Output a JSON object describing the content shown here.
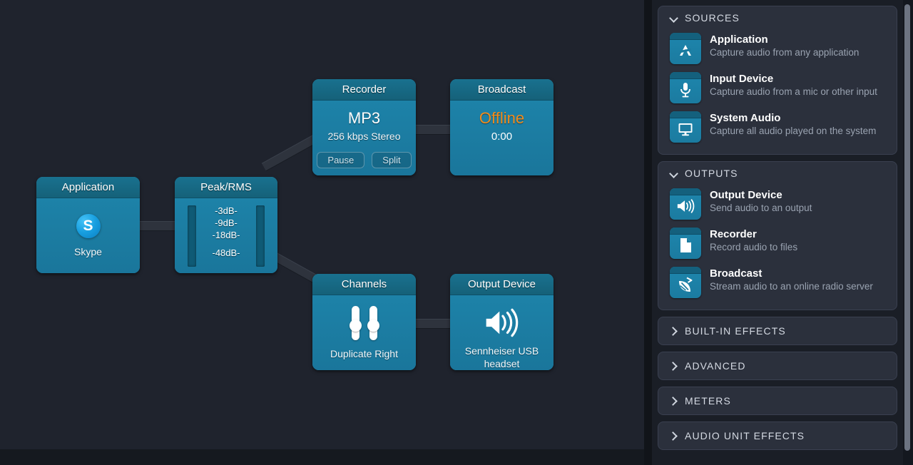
{
  "canvas": {
    "nodes": [
      {
        "id": "application",
        "title": "Application",
        "caption": "Skype",
        "icon": "skype-icon"
      },
      {
        "id": "peak-rms",
        "title": "Peak/RMS",
        "db_labels": [
          "-3dB-",
          "-9dB-",
          "-18dB-",
          "-48dB-"
        ]
      },
      {
        "id": "recorder",
        "title": "Recorder",
        "format": "MP3",
        "details": "256 kbps Stereo",
        "buttons": [
          "Pause",
          "Split"
        ]
      },
      {
        "id": "broadcast",
        "title": "Broadcast",
        "status": "Offline",
        "time": "0:00",
        "status_color": "#f08b1d"
      },
      {
        "id": "channels",
        "title": "Channels",
        "caption": "Duplicate Right",
        "icon": "sliders-icon"
      },
      {
        "id": "output-device",
        "title": "Output Device",
        "caption": "Sennheiser USB headset",
        "icon": "speaker-icon"
      }
    ]
  },
  "panel": {
    "sections": [
      {
        "id": "sources",
        "label": "SOURCES",
        "expanded": true,
        "items": [
          {
            "icon": "application-icon",
            "title": "Application",
            "desc": "Capture audio from any application"
          },
          {
            "icon": "microphone-icon",
            "title": "Input Device",
            "desc": "Capture audio from a mic or other input"
          },
          {
            "icon": "monitor-icon",
            "title": "System Audio",
            "desc": "Capture all audio played on the system"
          }
        ]
      },
      {
        "id": "outputs",
        "label": "OUTPUTS",
        "expanded": true,
        "items": [
          {
            "icon": "speaker-icon",
            "title": "Output Device",
            "desc": "Send audio to an output"
          },
          {
            "icon": "document-icon",
            "title": "Recorder",
            "desc": "Record audio to files"
          },
          {
            "icon": "satellite-dish-icon",
            "title": "Broadcast",
            "desc": "Stream audio to an online radio server"
          }
        ]
      },
      {
        "id": "built-in-effects",
        "label": "BUILT-IN EFFECTS",
        "expanded": false,
        "items": []
      },
      {
        "id": "advanced",
        "label": "ADVANCED",
        "expanded": false,
        "items": []
      },
      {
        "id": "meters",
        "label": "METERS",
        "expanded": false,
        "items": []
      },
      {
        "id": "audio-unit-effects",
        "label": "AUDIO UNIT EFFECTS",
        "expanded": false,
        "items": []
      }
    ]
  },
  "colors": {
    "node_fill": "#1b7ba0",
    "node_header": "#17637f",
    "panel_bg": "#1a1e26",
    "card_bg": "#2b303c",
    "canvas_bg": "#1f232d",
    "accent_orange": "#f08b1d"
  }
}
